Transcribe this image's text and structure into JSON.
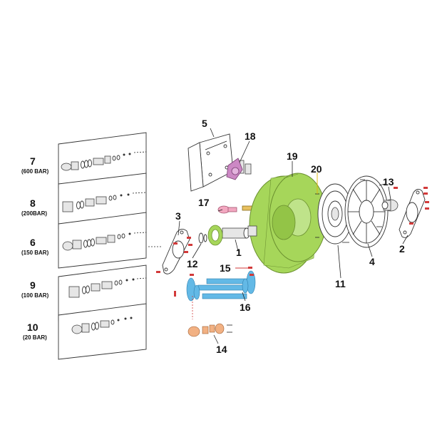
{
  "colors": {
    "drum": "#a6d65a",
    "drum_stroke": "#6a8f2f",
    "axle": "#63b9e6",
    "axle_stroke": "#2f7fae",
    "bushing": "#f2b183",
    "gear": "#cc88c4",
    "screw": "#d23a3a",
    "callout_line_red": "#d23a3a",
    "callout_line_yellow": "#e0b400"
  },
  "left_panels": [
    {
      "num": "7",
      "label": "(600 BAR)"
    },
    {
      "num": "8",
      "label": "(200BAR)"
    },
    {
      "num": "6",
      "label": "(150 BAR)"
    },
    {
      "num": "9",
      "label": "(100 BAR)"
    },
    {
      "num": "10",
      "label": "(20 BAR)"
    }
  ],
  "callouts": {
    "c1": "1",
    "c2": "2",
    "c3": "3",
    "c4": "4",
    "c5": "5",
    "c11": "11",
    "c12": "12",
    "c13": "13",
    "c14": "14",
    "c15": "15",
    "c16": "16",
    "c17": "17",
    "c18": "18",
    "c19": "19",
    "c20": "20"
  }
}
